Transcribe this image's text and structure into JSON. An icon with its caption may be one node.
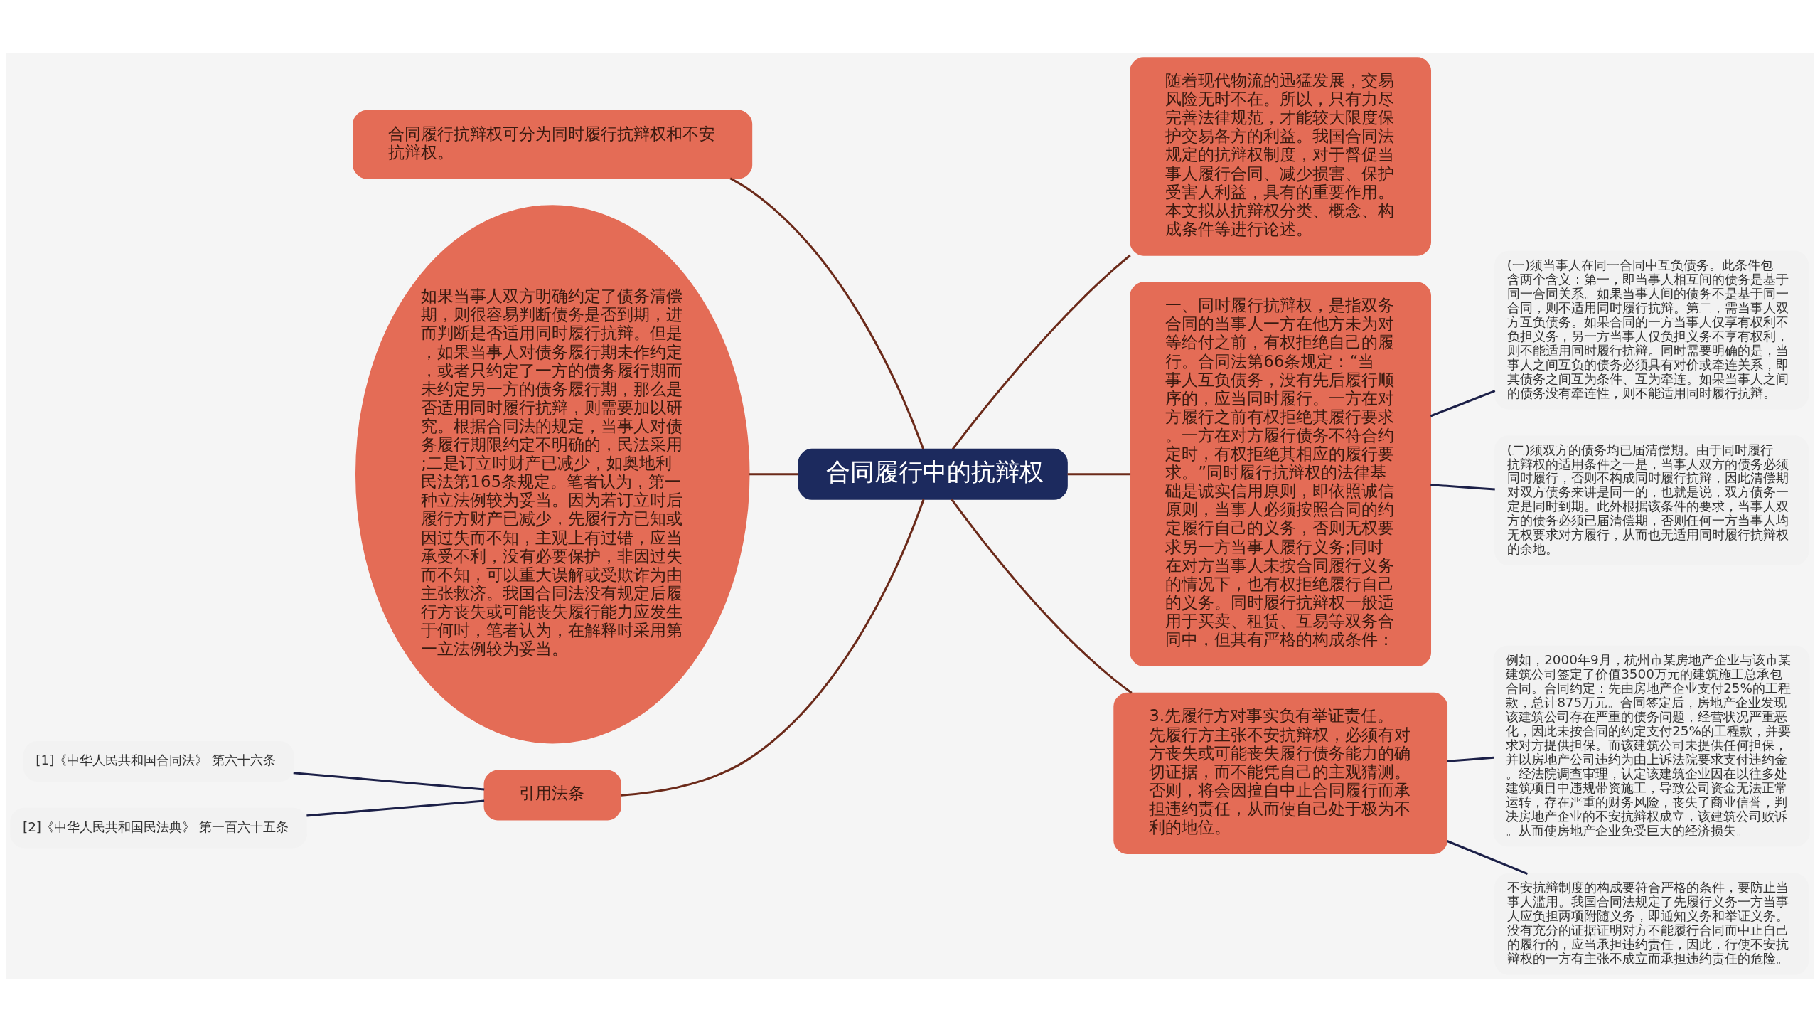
{
  "diagram": {
    "nodes": [
      {
        "text": [
          "合同履行中的抗辩权"
        ]
      },
      {
        "text": [
          "合同履行抗辩权可分为同时履行抗辩权和不安抗辩权。"
        ]
      },
      {
        "text": [
          "如果当事人双方明确约定了债务清偿期，则很容易判断债务是否到期，进而判断是否适用同时履行抗辩。但是，如果当事人对债务履行期未作约定，或者只约定了一方的债务履行期而未约定另一方的债务履行期，那么是否适用同时履行抗辩，则需要加以研究。根据合同法的规定，当事人对债务履行期限约定不明确的，民法采用;二是订立时财产已减少，如奥地利民法第165条规定。笔者认为，第一种立法例较为妥当。因为若订立时后履行方财产已减少，先履行方已知或因过失而不知，主观上有过错，应当承受不利，没有必要保护，非因过失而不知，可以重大误解或受欺诈为由主张救济。我国合同法没有规定后履行方丧失或可能丧失履行能力应发生于何时，笔者认为，在解释时采用第一立法例较为妥当。"
        ]
      },
      {
        "text": [
          "引用法条"
        ]
      },
      {
        "text": [
          "[1]《中华人民共和国合同法》 第六十六条"
        ]
      },
      {
        "text": [
          "[2]《中华人民共和国民法典》 第一百六十五条"
        ]
      },
      {
        "text": [
          "随着现代物流的迅猛发展，交易风险无时不在。所以，只有力尽完善法律规范，才能较大限度保护交易各方的利益。我国合同法规定的抗辩权制度，对于督促当事人履行合同、减少损害、保护受害人利益，具有的重要作用。本文拟从抗辩权分类、概念、构成条件等进行论述。"
        ]
      },
      {
        "text": [
          "一、同时履行抗辩权，是指双务合同的当事人一方在他方未为对等给付之前，有权拒绝自己的履行。合同法第66条规定：“当事人互负债务，没有先后履行顺序的，应当同时履行。一方在对方履行之前有权拒绝其履行要求。一方在对方履行债务不符合约定时，有权拒绝其相应的履行要求。”同时履行抗辩权的法律基础是诚实信用原则，即依照诚信原则，当事人必须按照合同的约定履行自己的义务，否则无权要求另一方当事人履行义务;同时在对方当事人未按合同履行义务的情况下，也有权拒绝履行自己的义务。同时履行抗辩权一般适用于买卖、租赁、互易等双务合同中，但其有严格的构成条件："
        ]
      },
      {
        "text": [
          "(一)须当事人在同一合同中互负债务。此条件包含两个含义：第一，即当事人相互间的债务是基于同一合同关系。如果当事人间的债务不是基于同一合同，则不适用同时履行抗辩。第二，需当事人双方互负债务。如果合同的一方当事人仅享有权利不负担义务，另一方当事人仅负担义务不享有权利，则不能适用同时履行抗辩。同时需要明确的是，当事人之间互负的债务必须具有对价或牵连关系，即其债务之间互为条件、互为牵连。如果当事人之间的债务没有牵连性，则不能适用同时履行抗辩。"
        ]
      },
      {
        "text": [
          "(二)须双方的债务均已届清偿期。由于同时履行抗辩权的适用条件之一是，当事人双方的债务必须同时履行，否则不构成同时履行抗辩，因此清偿期对双方债务来讲是同一的，也就是说，双方债务一定是同时到期。此外根据该条件的要求，当事人双方的债务必须已届清偿期，否则任何一方当事人均无权要求对方履行，从而也无适用同时履行抗辩权的余地。"
        ]
      },
      {
        "text": [
          "3.先履行方对事实负有举证责任。先履行方主张不安抗辩权，必须有对方丧失或可能丧失履行债务能力的确切证据，而不能凭自己的主观猜测。否则，将会因擅自中止合同履行而承担违约责任，从而使自己处于极为不利的地位。"
        ]
      },
      {
        "text": [
          "例如，2000年9月，杭州市某房地产企业与该市某建筑公司签定了价值3500万元的建筑施工总承包合同。合同约定：先由房地产企业支付25%的工程款，总计875万元。合同签定后，房地产企业发现该建筑公司存在严重的债务问题，经营状况严重恶化，因此未按合同的约定支付25%的工程款，并要求对方提供担保。而该建筑公司未提供任何担保，并以房地产公司违约为由上诉法院要求支付违约金。经法院调查审理，认定该建筑企业因在以往多处建筑项目中违规带资施工，导致公司资金无法正常运转，存在严重的财务风险，丧失了商业信誉，判决房地产企业的不安抗辩权成立，该建筑公司败诉。从而使房地产企业免受巨大的经济损失。"
        ]
      },
      {
        "text": [
          "不安抗辩制度的构成要符合严格的条件，要防止当事人滥用。我国合同法规定了先履行义务一方当事人应负担两项附随义务，即通知义务和举证义务。没有充分的证据证明对方不能履行合同而中止自己的履行的，应当承担违约责任，因此，行使不安抗辩权的一方有主张不成立而承担违约责任的危险。"
        ]
      }
    ],
    "edges": [
      {
        "from": 0,
        "to": 1,
        "arrow": "none"
      },
      {
        "from": 0,
        "to": 2,
        "arrow": "none"
      },
      {
        "from": 0,
        "to": 3,
        "arrow": "none"
      },
      {
        "from": 3,
        "to": 4,
        "arrow": "none",
        "color": "#1c2048"
      },
      {
        "from": 3,
        "to": 5,
        "arrow": "none",
        "color": "#1c2048"
      },
      {
        "from": 0,
        "to": 6,
        "arrow": "none"
      },
      {
        "from": 0,
        "to": 7,
        "arrow": "none"
      },
      {
        "from": 7,
        "to": 8,
        "arrow": "none",
        "color": "#1c2048"
      },
      {
        "from": 7,
        "to": 9,
        "arrow": "none",
        "color": "#1c2048"
      },
      {
        "from": 0,
        "to": 10,
        "arrow": "none"
      },
      {
        "from": 10,
        "to": 11,
        "arrow": "none",
        "color": "#1c2048"
      },
      {
        "from": 10,
        "to": 12,
        "arrow": "none",
        "color": "#1c2048"
      }
    ]
  }
}
